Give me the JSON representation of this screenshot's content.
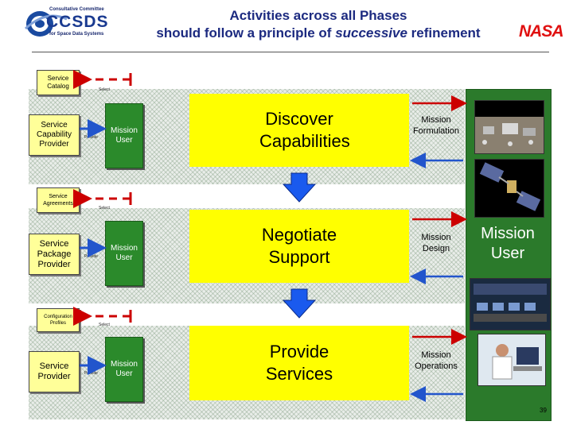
{
  "header": {
    "logo_lines": [
      "Consultative Committee",
      "CCSDS",
      "for Space Data Systems"
    ],
    "title_line1": "Activities across all Phases",
    "title_line2_prefix": "should follow a principle of ",
    "title_line2_emph": "successive",
    "title_line2_suffix": " refinement",
    "nasa": "NASA"
  },
  "rows": [
    {
      "doc": "Service Catalog",
      "select": "Select",
      "provider": "Service Capability Provider",
      "provide": "Provide",
      "user": "Mission User",
      "activity": "Discover Capabilities",
      "phase": "Mission Formulation"
    },
    {
      "doc": "Service Agreements",
      "select": "Select",
      "provider": "Service Package Provider",
      "provide": "Provide",
      "user": "Mission User",
      "activity": "Negotiate Support",
      "phase": "Mission Design"
    },
    {
      "doc": "Configuration Profiles",
      "select": "Select",
      "provider": "Service Provider",
      "provide": "Provide",
      "user": "Mission User",
      "activity": "Provide Services",
      "phase": "Mission Operations"
    }
  ],
  "side_label": "Mission User",
  "page_number": "39",
  "icons": [
    "ccsds-logo",
    "lunar-base-photo",
    "satellite-photo",
    "control-room-photo",
    "operator-photo"
  ],
  "colors": {
    "accent_yellow": "#ffff00",
    "mission_green": "#2b7a2b",
    "arrow_blue": "#2255cc",
    "arrow_red": "#cc0000"
  }
}
